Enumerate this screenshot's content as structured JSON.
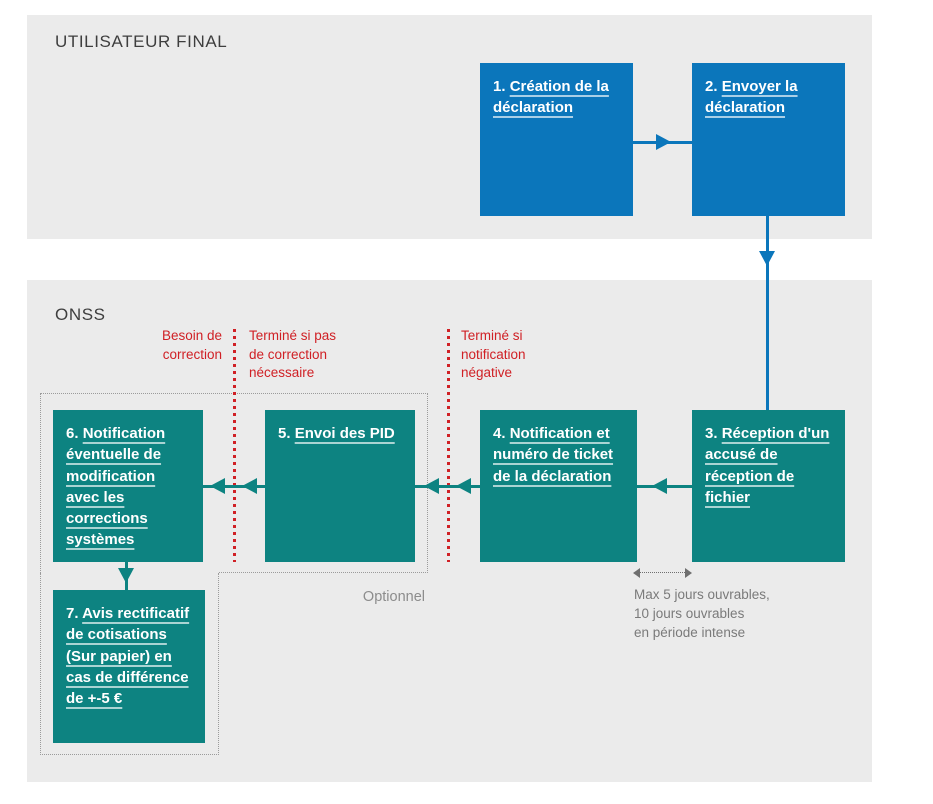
{
  "panels": {
    "user": {
      "title": "UTILISATEUR FINAL"
    },
    "onss": {
      "title": "ONSS"
    }
  },
  "boxes": {
    "b1": {
      "num": "1.",
      "label": "Création de la déclaration"
    },
    "b2": {
      "num": "2.",
      "label": "Envoyer la déclaration"
    },
    "b3": {
      "num": "3.",
      "label": "Réception d'un accusé de réception de fichier"
    },
    "b4": {
      "num": "4.",
      "label": "Notification et numéro de ticket de la déclaration"
    },
    "b5": {
      "num": "5.",
      "label": "Envoi des PID"
    },
    "b6": {
      "num": "6.",
      "label": "Notification éventuelle de modification avec les corrections systèmes"
    },
    "b7": {
      "num": "7.",
      "label": "Avis rectificatif de cotisations (Sur papier) en cas de différence de +-5 €"
    }
  },
  "annotations": {
    "besoin_de_correction": "Besoin de\ncorrection",
    "termine_si_pas": "Terminé si pas\nde correction\nnécessaire",
    "termine_si_notification": "Terminé si\nnotification\nnégative",
    "optionnel": "Optionnel",
    "delai": "Max 5 jours ouvrables,\n10 jours ouvrables\nen période intense"
  },
  "colors": {
    "primary_blue": "#0b76bb",
    "teal": "#0d8381",
    "red": "#d02025",
    "panel_gray": "#ebebeb",
    "title_gray": "#3e3e3e",
    "annotation_gray": "#8c8c8c"
  }
}
